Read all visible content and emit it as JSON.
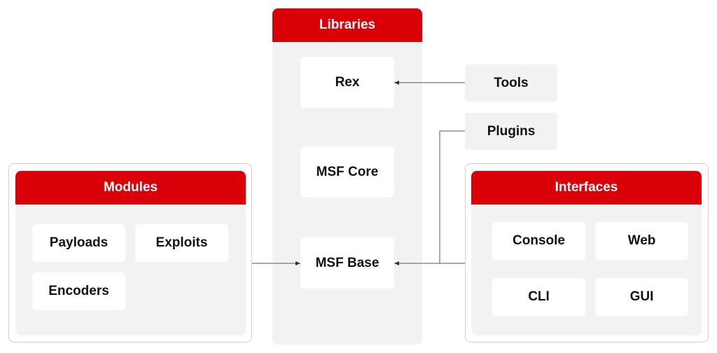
{
  "libraries": {
    "title": "Libraries",
    "items": [
      "Rex",
      "MSF Core",
      "MSF Base"
    ]
  },
  "modules": {
    "title": "Modules",
    "items": [
      "Payloads",
      "Exploits",
      "Encoders"
    ]
  },
  "interfaces": {
    "title": "Interfaces",
    "items": [
      "Console",
      "Web",
      "CLI",
      "GUI"
    ]
  },
  "external": {
    "tools": "Tools",
    "plugins": "Plugins"
  },
  "colors": {
    "header_red": "#d90008",
    "panel_gray": "#f2f2f2"
  }
}
